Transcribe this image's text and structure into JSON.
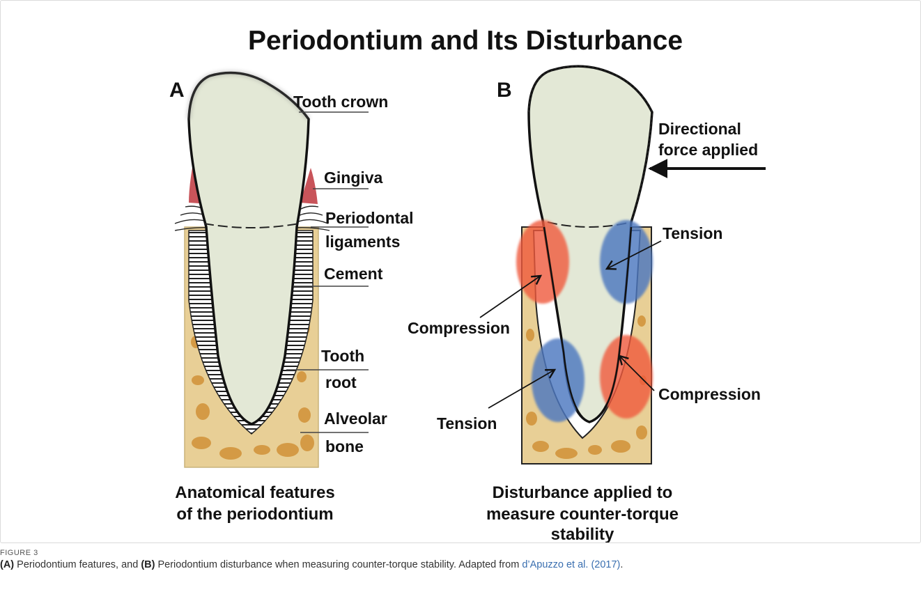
{
  "figure": {
    "title": "Periodontium and Its Disturbance",
    "panel_a": {
      "letter": "A",
      "labels": {
        "tooth_crown": "Tooth crown",
        "gingiva": "Gingiva",
        "periodontal_1": "Periodontal",
        "periodontal_2": "ligaments",
        "cement": "Cement",
        "tooth_root_1": "Tooth",
        "tooth_root_2": "root",
        "alveolar_1": "Alveolar",
        "alveolar_2": "bone"
      },
      "caption_1": "Anatomical features",
      "caption_2": "of the periodontium"
    },
    "panel_b": {
      "letter": "B",
      "labels": {
        "force_1": "Directional",
        "force_2": "force applied",
        "tension_top": "Tension",
        "compression_left": "Compression",
        "compression_right": "Compression",
        "tension_bottom": "Tension"
      },
      "caption_1": "Disturbance applied to",
      "caption_2": "measure counter-torque",
      "caption_3": "stability"
    },
    "colors": {
      "tooth": "#e3e8d6",
      "bone": "#e8cf96",
      "bone_spot": "#d49a45",
      "gingiva": "#c8545a",
      "compression": "#f05a3c",
      "tension": "#4e78c0"
    }
  },
  "caption": {
    "figure_label": "FIGURE 3",
    "part_a_tag": "(A)",
    "part_a_text": " Periodontium features, and ",
    "part_b_tag": "(B)",
    "part_b_text": " Periodontium disturbance when measuring counter-torque stability. Adapted from ",
    "link_text": "d’Apuzzo et al. (2017)",
    "end": "."
  }
}
